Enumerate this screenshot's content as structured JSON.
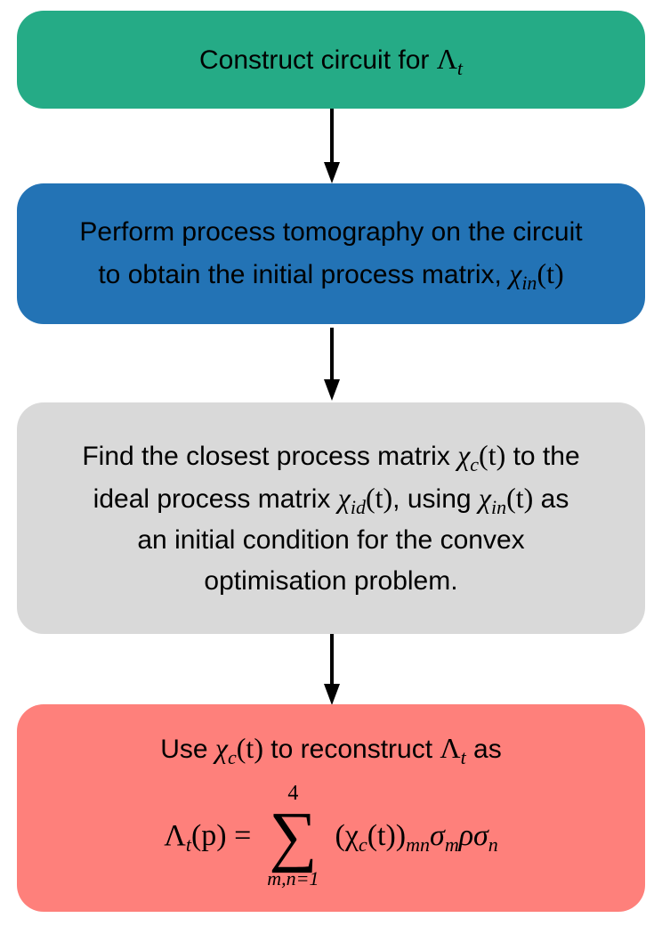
{
  "colors": {
    "box1": "#25ab86",
    "box2": "#2373b5",
    "box3": "#d9d9d9",
    "box4": "#fe807b",
    "arrow": "#000000"
  },
  "box1": {
    "text": "Construct circuit for ",
    "lambda": "Λ",
    "lambda_sub": "t"
  },
  "box2": {
    "line1": "Perform process tomography on the circuit",
    "line2": "to obtain the initial process matrix, ",
    "chi": "χ",
    "chi_sub": "in",
    "arg": "(t)"
  },
  "box3": {
    "t1": "Find the closest process matrix ",
    "chi_c": "χ",
    "c_sub": "c",
    "arg": "(t)",
    "t2": " to the",
    "t3": "ideal process matrix ",
    "chi_id": "χ",
    "id_sub": "id",
    "arg2": "(t)",
    "t4": ", using ",
    "chi_in": "χ",
    "in_sub": "in",
    "arg3": "(t)",
    "t5": " as",
    "t6": "an initial condition for the convex",
    "t7": "optimisation problem."
  },
  "box4": {
    "t1": "Use ",
    "chi": "χ",
    "c_sub": "c",
    "arg": "(t)",
    "t2": " to reconstruct ",
    "lambda": "Λ",
    "lambda_sub": "t",
    "t3": " as",
    "eq_lhs": "Λ",
    "eq_lhs_sub": "t",
    "eq_lhs_arg": "(p) =",
    "sum_top": "4",
    "sum_symbol": "∑",
    "sum_bottom": "m,n=1",
    "rhs_open": "(χ",
    "rhs_c": "c",
    "rhs_mid": "(t))",
    "rhs_mn": "mn",
    "rhs_sigma_m": "σ",
    "rhs_m": "m",
    "rhs_rho": "ρσ",
    "rhs_n": "n"
  }
}
